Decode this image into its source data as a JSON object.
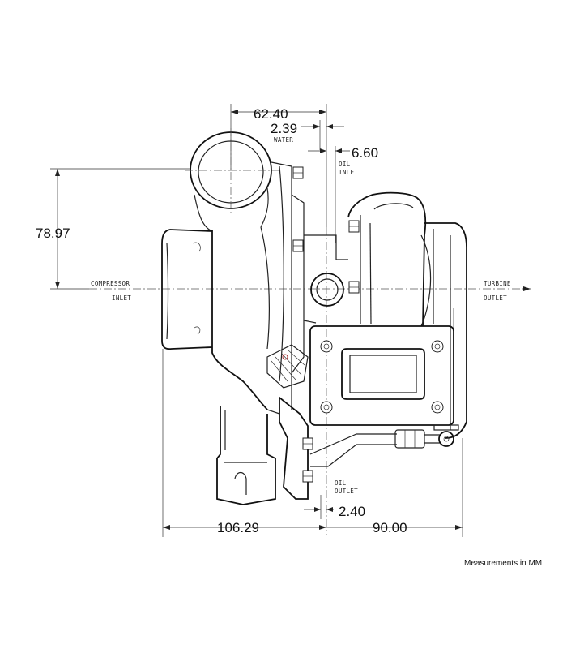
{
  "dimensions": {
    "top_width": "62.40",
    "water_offset": "2.39",
    "oil_inlet_offset": "6.60",
    "height": "78.97",
    "left_length": "106.29",
    "oil_outlet_offset": "2.40",
    "right_length": "90.00"
  },
  "labels": {
    "water": "WATER",
    "oil_inlet_line1": "OIL",
    "oil_inlet_line2": "INLET",
    "compressor_inlet_line1": "COMPRESSOR",
    "compressor_inlet_line2": "INLET",
    "turbine_outlet_line1": "TURBINE",
    "turbine_outlet_line2": "OUTLET",
    "oil_outlet_line1": "OIL",
    "oil_outlet_line2": "OUTLET"
  },
  "note": "Measurements in MM"
}
